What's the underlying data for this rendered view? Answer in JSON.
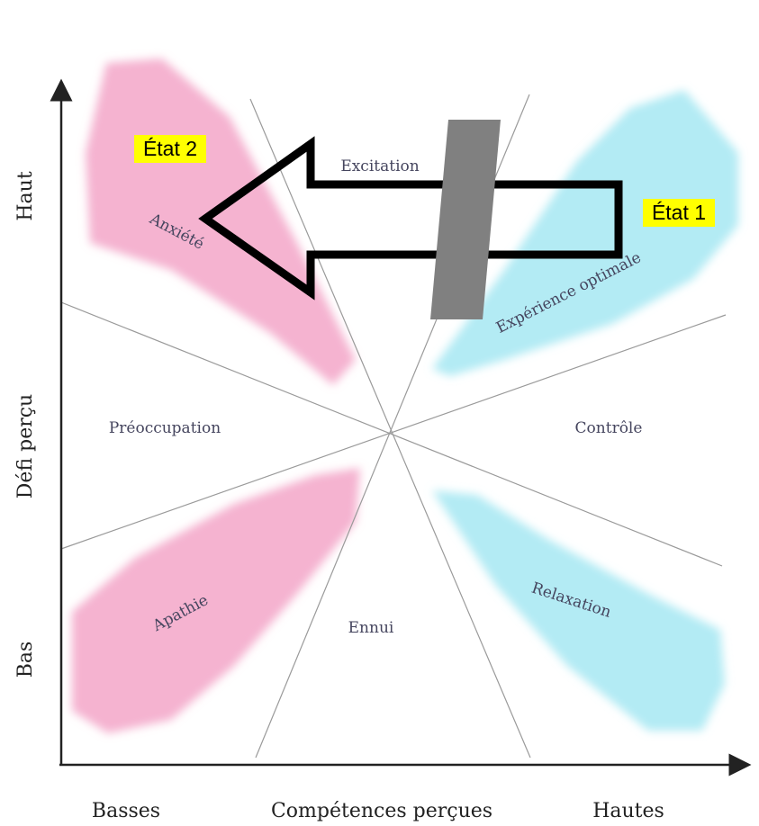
{
  "axes": {
    "y_label": "Défi perçu",
    "y_high": "Haut",
    "y_low": "Bas",
    "x_label": "Compétences perçues",
    "x_low": "Basses",
    "x_high": "Hautes"
  },
  "zones": {
    "excitation": "Excitation",
    "anxiete": "Anxiété",
    "experience": "Expérience optimale",
    "preoccupation": "Préoccupation",
    "controle": "Contrôle",
    "apathie": "Apathie",
    "ennui": "Ennui",
    "relaxation": "Relaxation"
  },
  "states": {
    "state1": "État 1",
    "state2": "État 2"
  },
  "colors": {
    "pink": "#f3a6c8",
    "cyan": "#a6e8f2",
    "highlight": "#ffff00",
    "bar": "#808080"
  }
}
